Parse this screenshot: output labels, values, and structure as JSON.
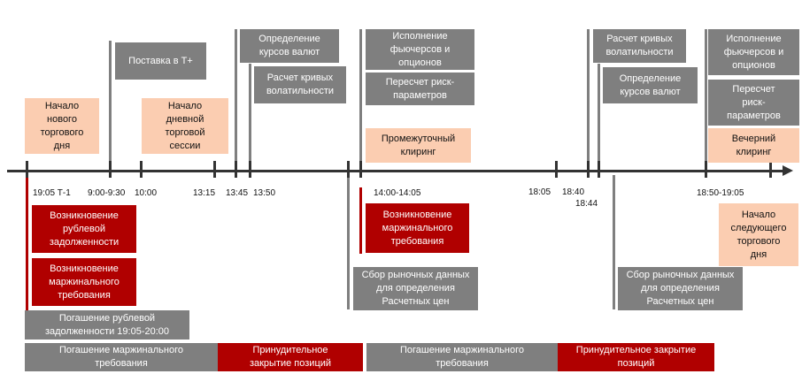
{
  "boxes": {
    "new_day_start": "Начало\nнового\nторгового\nдня",
    "delivery_t_plus": "Поставка в Т+",
    "day_session_start": "Начало\nдневной\nторговой\nсессии",
    "fx_rates_1": "Определение\nкурсов валют",
    "vol_curves_1": "Расчет кривых\nволатильности",
    "exec_futures_1": "Исполнение\nфьючерсов и\nопционов",
    "risk_params_1": "Пересчет риск-\nпараметров",
    "interim_clearing": "Промежуточный\nклиринг",
    "vol_curves_2": "Расчет кривых\nволатильности",
    "fx_rates_2": "Определение\nкурсов валют",
    "exec_futures_2": "Исполнение\nфьючерсов и\nопционов",
    "risk_params_2": "Пересчет\nриск-\nпараметров",
    "evening_clearing": "Вечерний\nклиринг",
    "next_day_start": "Начало\nследующего\nторгового\nдня",
    "ruble_debt_arise": "Возникновение\nрублевой\nзадолженности",
    "margin_req_arise_1": "Возникновение\nмаржинального\nтребования",
    "ruble_debt_repay": "Погашение рублевой\nзадолженности 19:05-20:00",
    "margin_req_repay_1": "Погашение маржинального\nтребования",
    "forced_close_1": "Принудительное\nзакрытие позиций",
    "margin_req_arise_2": "Возникновение\nмаржинального\nтребования",
    "market_data_1": "Сбор рыночных данных\nдля определения\nРасчетных цен",
    "market_data_2": "Сбор рыночных данных\nдля определения\nРасчетных цен",
    "margin_req_repay_2": "Погашение маржинального\nтребования",
    "forced_close_2": "Принудительное закрытие\nпозиций"
  },
  "times": {
    "t1": "19:05 Т-1",
    "t2": "9:00-9:30",
    "t3": "10:00",
    "t4": "13:15",
    "t5": "13:45",
    "t6": "13:50",
    "t7": "14:00-14:05",
    "t8": "18:05",
    "t9": "18:40",
    "t10": "18:44",
    "t11": "18:50-19:05"
  },
  "colors": {
    "gray": "#7f7f7f",
    "peach": "#fbcdb1",
    "red": "#b00000",
    "axis": "#333333"
  }
}
